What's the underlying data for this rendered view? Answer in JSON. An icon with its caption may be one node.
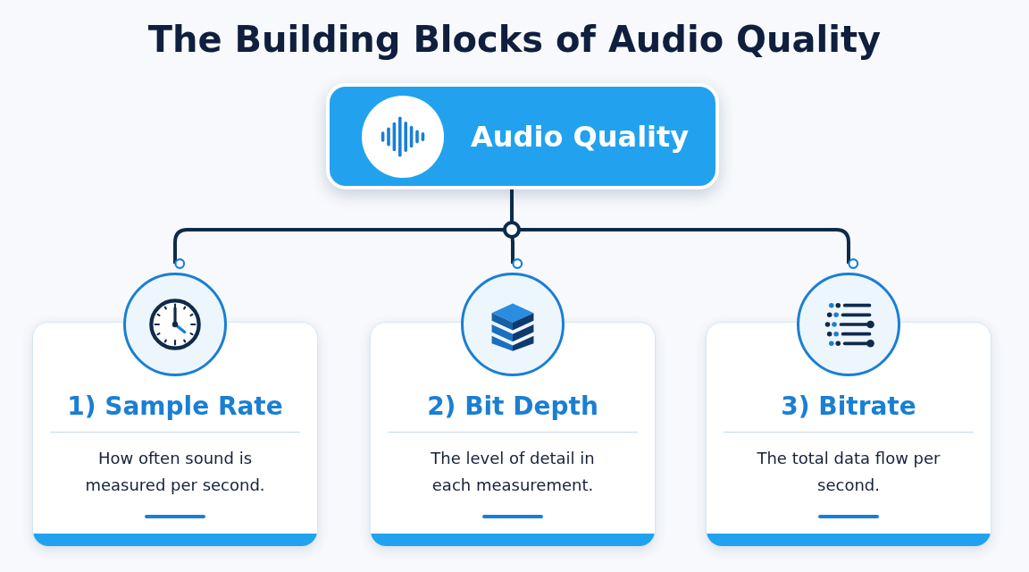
{
  "diagram": {
    "title": "The Building Blocks of Audio Quality",
    "nodes": [
      {
        "text": [
          "Audio Quality"
        ]
      },
      {
        "text": [
          "1) Sample Rate",
          "How often sound is measured per second."
        ]
      },
      {
        "text": [
          "2) Bit Depth",
          "The level of detail in each measurement."
        ]
      },
      {
        "text": [
          "3) Bitrate",
          "The total data flow per second."
        ]
      }
    ],
    "edges": [
      {
        "from": 0,
        "to": 1,
        "arrow": "other"
      },
      {
        "from": 0,
        "to": 2,
        "arrow": "other"
      },
      {
        "from": 0,
        "to": 3,
        "arrow": "other"
      }
    ]
  }
}
